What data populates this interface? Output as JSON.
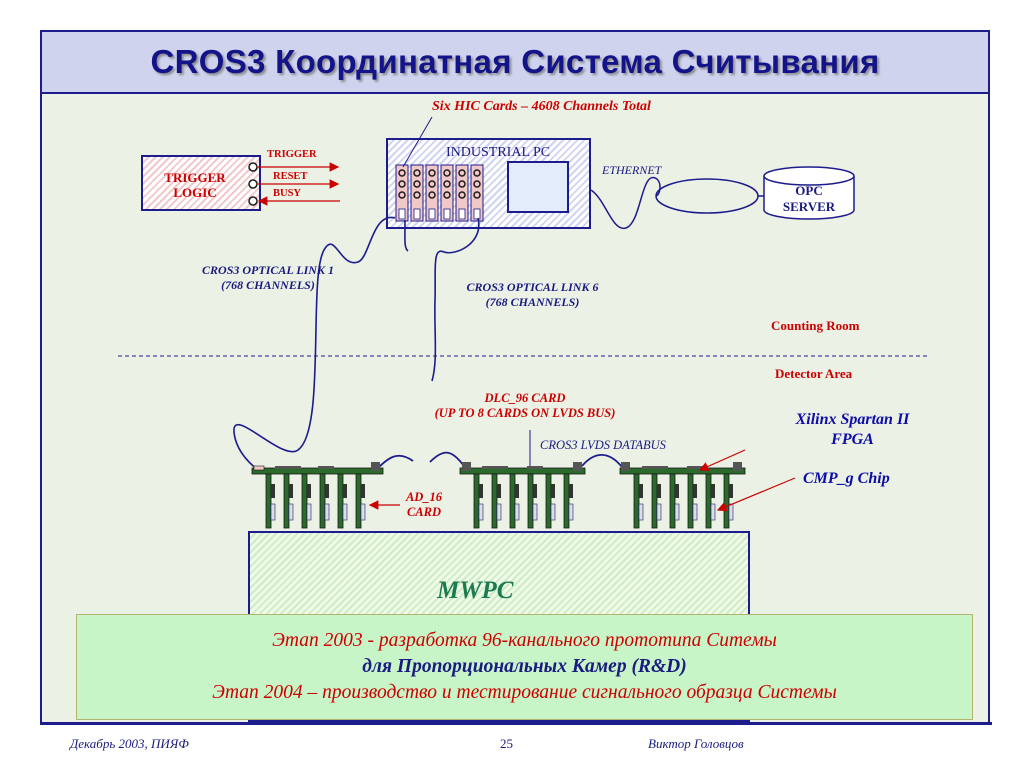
{
  "title": "CROS3 Координатная Система Считывания",
  "diagram": {
    "six_hic": "Six HIC Cards – 4608 Channels Total",
    "industrial_pc": "INDUSTRIAL PC",
    "trigger_logic": [
      "TRIGGER",
      "LOGIC"
    ],
    "signals": [
      "TRIGGER",
      "RESET",
      "BUSY"
    ],
    "ethernet": "ETHERNET",
    "opc_server": [
      "OPC",
      "SERVER"
    ],
    "optical_link_1": [
      "CROS3 OPTICAL LINK 1",
      "(768 CHANNELS)"
    ],
    "optical_link_6": [
      "CROS3 OPTICAL LINK 6",
      "(768 CHANNELS)"
    ],
    "counting_room": "Counting Room",
    "detector_area": "Detector Area",
    "dlc_card": [
      "DLC_96 CARD",
      "(UP TO 8 CARDS ON LVDS BUS)"
    ],
    "lvds_bus": "CROS3 LVDS DATABUS",
    "fpga": [
      "Xilinx Spartan II",
      "FPGA"
    ],
    "cmp_chip": "CMP_g Chip",
    "ad_card": [
      "AD_16",
      "CARD"
    ],
    "mwpc": "MWPC"
  },
  "info": {
    "line1": "Этап 2003 -  разработка 96-канального прототипа Ситемы",
    "line2": "для Пропорциональных Камер  (R&D)",
    "line3": "Этап 2004 – производство и тестирование сигнального образца Системы"
  },
  "footer": {
    "left": "Декабрь 2003, ПИЯФ",
    "page": "25",
    "author": "Виктор Головцов"
  },
  "colors": {
    "navy": "#1c1c8c",
    "red": "#cc0000",
    "card_green": "#2a6a2a",
    "mwpc_text": "#1b7a50",
    "info_bg": "#c8f5c8"
  }
}
